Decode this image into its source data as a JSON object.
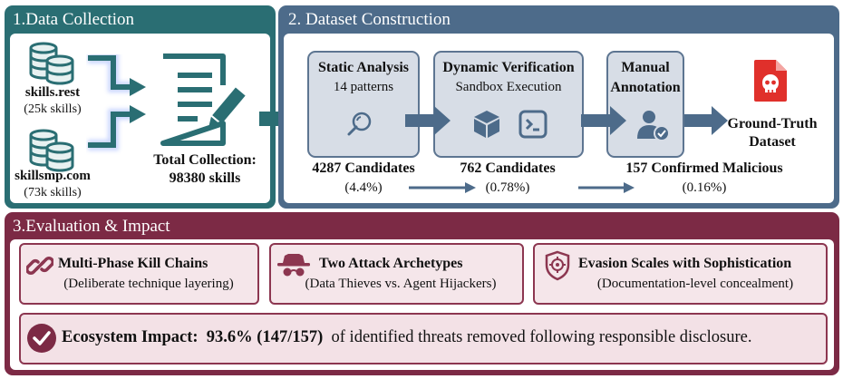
{
  "panel1": {
    "title": "1.Data Collection",
    "sources": [
      {
        "name": "skills.rest",
        "count": "(25k skills)"
      },
      {
        "name": "skillsmp.com",
        "count": "(73k skills)"
      }
    ],
    "total_label": "Total Collection:",
    "total_value": "98380 skills"
  },
  "panel2": {
    "title": "2. Dataset Construction",
    "stages": [
      {
        "title": "Static Analysis",
        "subtitle": "14 patterns",
        "candidates": "4287 Candidates",
        "percent": "(4.4%)"
      },
      {
        "title": "Dynamic Verification",
        "subtitle": "Sandbox Execution",
        "candidates": "762 Candidates",
        "percent": "(0.78%)"
      },
      {
        "title_line1": "Manual",
        "title_line2": "Annotation",
        "candidates": "157 Confirmed Malicious",
        "percent": "(0.16%)"
      }
    ],
    "output_line1": "Ground-Truth",
    "output_line2": "Dataset"
  },
  "panel3": {
    "title": "3.Evaluation & Impact",
    "findings": [
      {
        "title": "Multi-Phase Kill Chains",
        "subtitle": "(Deliberate technique layering)"
      },
      {
        "title": "Two Attack Archetypes",
        "subtitle": "(Data Thieves vs. Agent Hijackers)"
      },
      {
        "title": "Evasion Scales with Sophistication",
        "subtitle": "(Documentation-level concealment)"
      }
    ],
    "impact": {
      "label": "Ecosystem Impact:",
      "value": "93.6% (147/157)",
      "text": "of identified threats removed following responsible disclosure."
    }
  },
  "colors": {
    "teal": "#2a6e73",
    "slate": "#4d6b8a",
    "maroon": "#7c2a45",
    "stage_fill": "#d7dde6",
    "card_fill": "#f5e6ea"
  },
  "icons": [
    "database-icon",
    "document-edit-icon",
    "magnifier-icon",
    "cube-icon",
    "terminal-icon",
    "user-check-icon",
    "skull-file-icon",
    "chain-link-icon",
    "spy-icon",
    "shield-target-icon",
    "check-circle-icon"
  ]
}
